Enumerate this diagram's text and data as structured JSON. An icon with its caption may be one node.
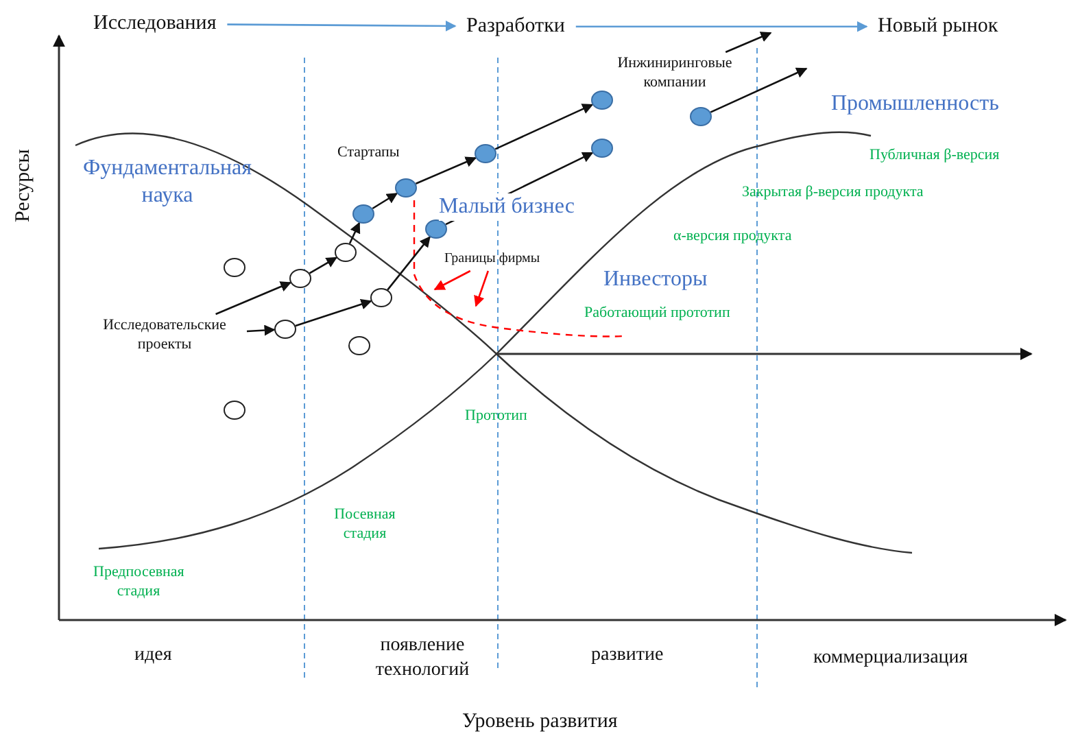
{
  "diagram": {
    "nodes": [
      {
        "text": [
          "Исследования"
        ]
      },
      {
        "text": [
          "Разработки"
        ]
      },
      {
        "text": [
          "Новый рынок"
        ]
      },
      {
        "text": [
          "Исследовательские проекты"
        ]
      },
      {
        "text": [
          "Инжиниринговые компании"
        ]
      },
      {
        "text": [
          "Границы фирмы"
        ]
      },
      {
        "text": [],
        "shape": "circle"
      },
      {
        "text": [],
        "shape": "circle"
      },
      {
        "text": [],
        "shape": "circle"
      },
      {
        "text": [],
        "shape": "circle"
      },
      {
        "text": [],
        "shape": "circle"
      },
      {
        "text": [],
        "shape": "circle"
      },
      {
        "text": [],
        "shape": "circle"
      },
      {
        "text": [],
        "shape": "circle"
      },
      {
        "text": [],
        "shape": "circle"
      },
      {
        "text": [],
        "shape": "circle"
      },
      {
        "text": [],
        "shape": "circle"
      },
      {
        "text": [],
        "shape": "circle"
      },
      {
        "text": [],
        "shape": "circle"
      },
      {
        "text": [],
        "shape": "circle"
      }
    ],
    "edges": [
      {
        "from": 0,
        "to": 1,
        "arrow": "to",
        "color": "#5b9bd5"
      },
      {
        "from": 1,
        "to": 2,
        "arrow": "to",
        "color": "#5b9bd5"
      },
      {
        "from": 3,
        "to": 9,
        "arrow": "to"
      },
      {
        "from": 3,
        "to": 8,
        "arrow": "to"
      },
      {
        "from": 9,
        "to": 10,
        "arrow": "to"
      },
      {
        "from": 10,
        "to": 12,
        "arrow": "to"
      },
      {
        "from": 12,
        "to": 14,
        "arrow": "to"
      },
      {
        "from": 14,
        "to": 16,
        "arrow": "to"
      },
      {
        "from": 8,
        "to": 13,
        "arrow": "to"
      },
      {
        "from": 13,
        "to": 15,
        "arrow": "to"
      },
      {
        "from": 16,
        "to": 17,
        "arrow": "to"
      },
      {
        "from": 15,
        "to": 18,
        "arrow": "to"
      },
      {
        "from": 4,
        "to": null,
        "arrow": "to"
      },
      {
        "from": 19,
        "to": null,
        "arrow": "to"
      },
      {
        "from": 5,
        "to": null,
        "arrow": "to",
        "color": "#ff0000"
      },
      {
        "from": 5,
        "to": null,
        "arrow": "to",
        "color": "#ff0000"
      }
    ],
    "labels": [
      "Ресурсы",
      "Фундаментальная наука",
      "Стартапы",
      "Малый бизнес",
      "Промышленность",
      "Публичная β-версия",
      "Закрытая β-версия продукта",
      "α-версия продукта",
      "Инвесторы",
      "Работающий прототип",
      "Прототип",
      "Посевная стадия",
      "Предпосевная стадия",
      "идея",
      "появление технологий",
      "развитие",
      "коммерциализация",
      "Уровень развития"
    ]
  }
}
